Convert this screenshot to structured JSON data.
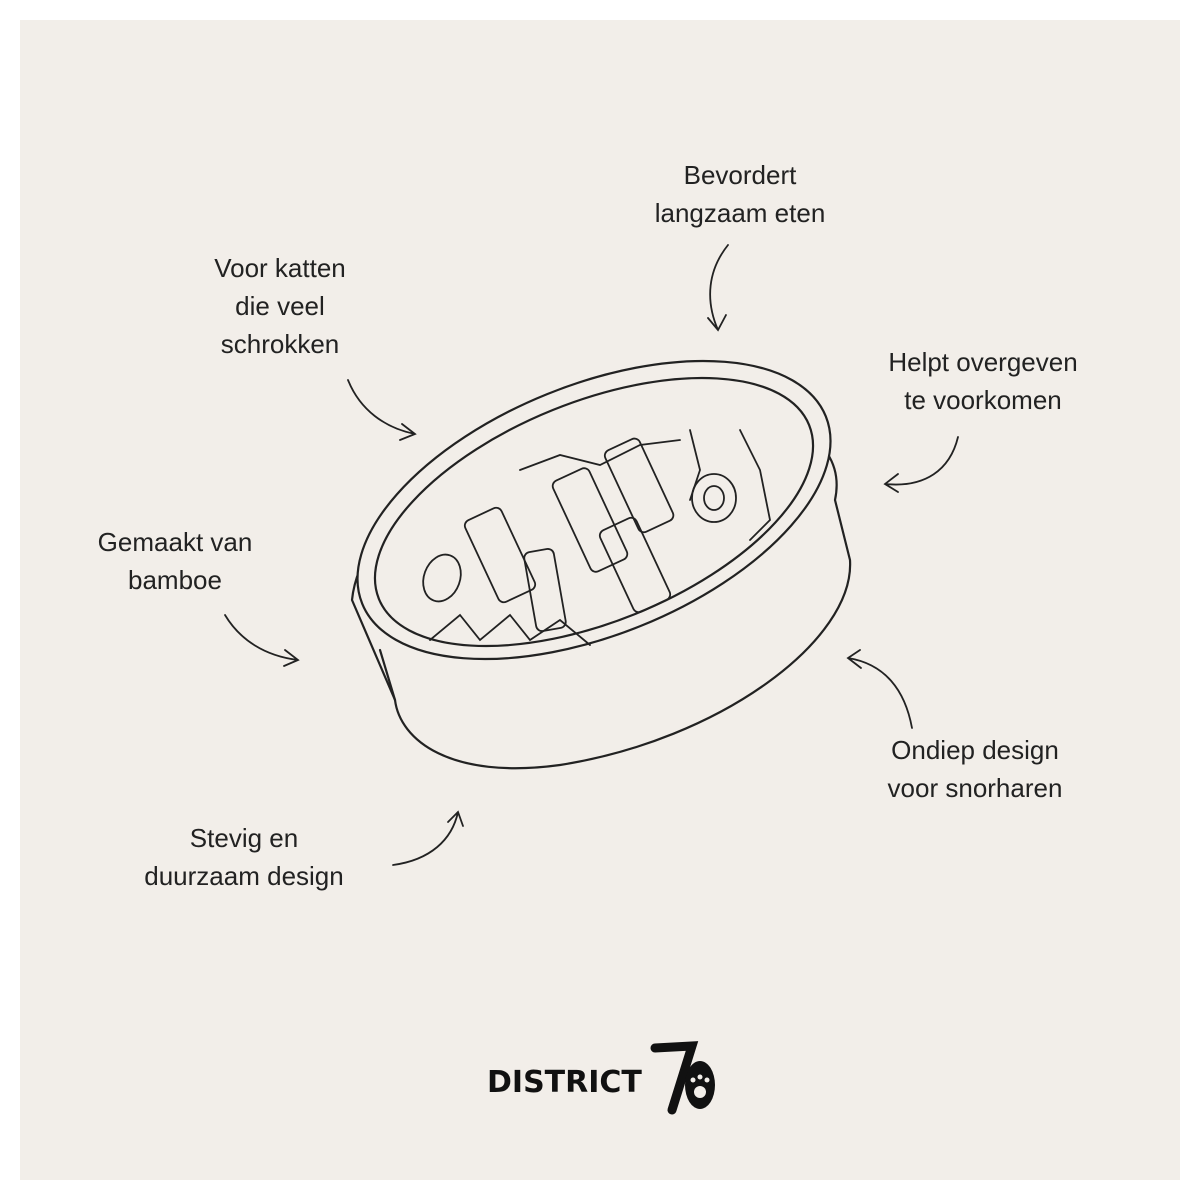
{
  "features": [
    {
      "id": "bevordert",
      "lines": [
        "Bevordert",
        "langzaam eten"
      ]
    },
    {
      "id": "voor-katten",
      "lines": [
        "Voor katten",
        "die veel",
        "schrokken"
      ]
    },
    {
      "id": "helpt",
      "lines": [
        "Helpt overgeven",
        "te voorkomen"
      ]
    },
    {
      "id": "gemaakt",
      "lines": [
        "Gemaakt van",
        "bamboe"
      ]
    },
    {
      "id": "ondiep",
      "lines": [
        "Ondiep design",
        "voor snorharen"
      ]
    },
    {
      "id": "stevig",
      "lines": [
        "Stevig en",
        "duurzaam design"
      ]
    }
  ],
  "brand": {
    "name": "DISTRICT",
    "number": "70"
  },
  "colors": {
    "background": "#f2eee9",
    "ink": "#222222"
  }
}
